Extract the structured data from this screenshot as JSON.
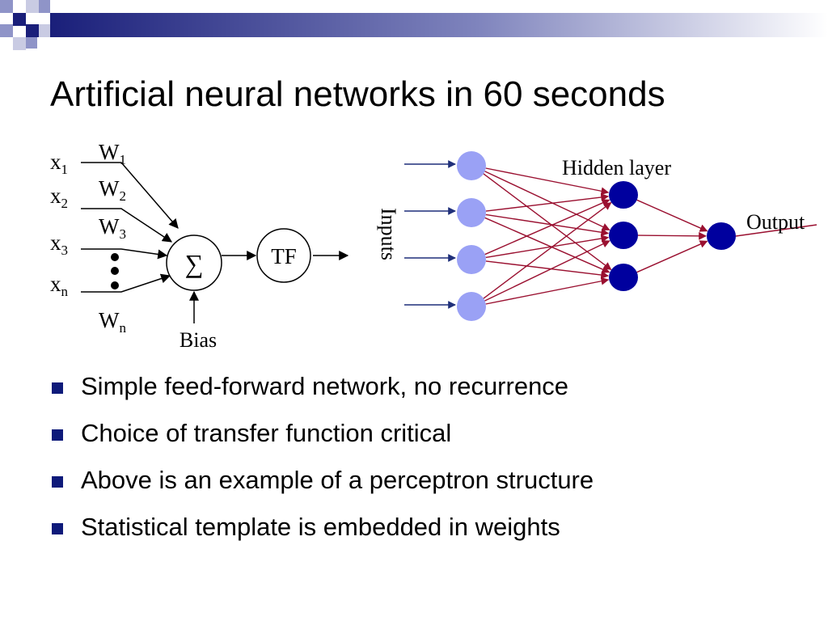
{
  "slide": {
    "title": "Artificial neural networks in 60 seconds"
  },
  "perceptron": {
    "inputs": [
      {
        "base": "x",
        "sub": "1"
      },
      {
        "base": "x",
        "sub": "2"
      },
      {
        "base": "x",
        "sub": "3"
      },
      {
        "base": "x",
        "sub": "n"
      }
    ],
    "weights": [
      {
        "base": "W",
        "sub": "1"
      },
      {
        "base": "W",
        "sub": "2"
      },
      {
        "base": "W",
        "sub": "3"
      },
      {
        "base": "W",
        "sub": "n"
      }
    ],
    "sum_symbol": "∑",
    "transfer_label": "TF",
    "bias_label": "Bias"
  },
  "network": {
    "inputs_label": "Inputs",
    "hidden_label": "Hidden layer",
    "output_label": "Output",
    "layer_sizes": [
      4,
      3,
      1
    ],
    "colors": {
      "input_node": "#9aa1f5",
      "hidden_node": "#00009e",
      "edge": "#9a1030",
      "input_arrow": "#1f2f7a"
    }
  },
  "bullets": [
    "Simple feed-forward network, no recurrence",
    "Choice of transfer function critical",
    "Above is an example of a perceptron structure",
    "Statistical template is embedded in weights"
  ],
  "theme": {
    "banner_dark": "#1a1f7a",
    "banner_light": "#c9cbe3",
    "bullet_color": "#0e1a7a"
  }
}
